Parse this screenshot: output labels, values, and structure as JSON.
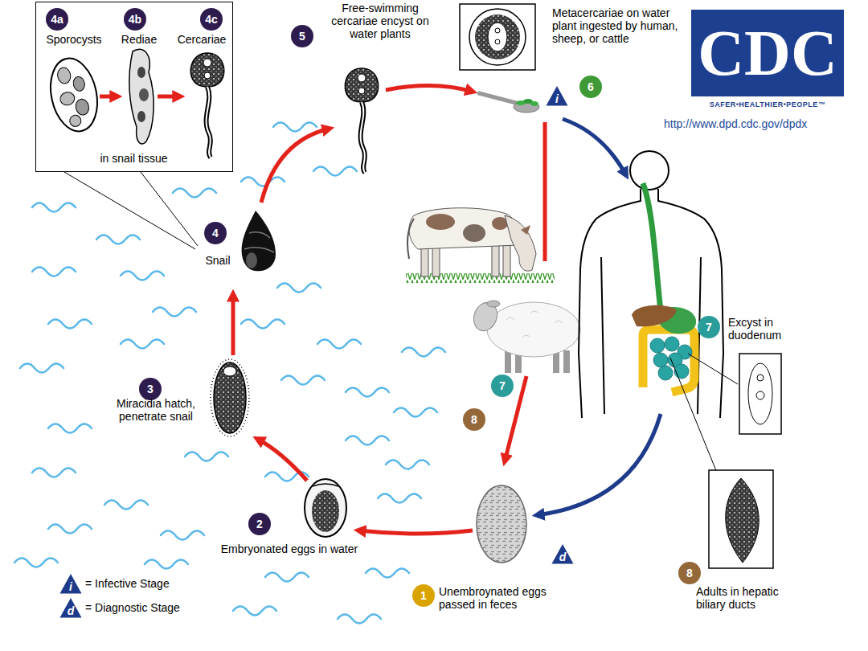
{
  "diagram": {
    "nodes": [
      {
        "text": [
          "Sporocysts",
          "Rediae",
          "Cercariae",
          "in snail tissue"
        ]
      },
      {
        "text": [
          "4a"
        ],
        "in": 0
      },
      {
        "text": [
          "4b"
        ],
        "in": 0
      },
      {
        "text": [
          "4c"
        ],
        "in": 0
      },
      {
        "text": [
          "5"
        ]
      },
      {
        "text": [
          "i"
        ]
      },
      {
        "text": [
          "6"
        ]
      },
      {
        "text": [
          "CDC",
          "SAFER•HEALTHIER•PEOPLE™"
        ]
      },
      {
        "text": [
          "4"
        ]
      },
      {
        "text": [
          "7"
        ]
      },
      {
        "text": [
          "3"
        ]
      },
      {
        "text": [
          "7"
        ]
      },
      {
        "text": [
          "8"
        ]
      },
      {
        "text": [
          "2"
        ]
      },
      {
        "text": [
          "d"
        ]
      },
      {
        "text": [
          "1"
        ]
      },
      {
        "text": [
          "8"
        ]
      },
      {
        "text": [
          "i"
        ]
      },
      {
        "text": [
          "d"
        ]
      }
    ],
    "labels": [
      "Free-swimming cercariae encyst on water plants",
      "Metacercariae on water plant ingested by human, sheep, or cattle",
      "http://www.dpd.cdc.gov/dpdx",
      "Snail",
      "Miracidia hatch, penetrate snail",
      "Embryonated eggs in water",
      "Unembroynated eggs passed in feces",
      "Excyst in duodenum",
      "Adults in hepatic biliary ducts"
    ],
    "legend": [
      {
        "text": "= Infective Stage"
      },
      {
        "text": "= Diagnostic Stage"
      }
    ]
  }
}
